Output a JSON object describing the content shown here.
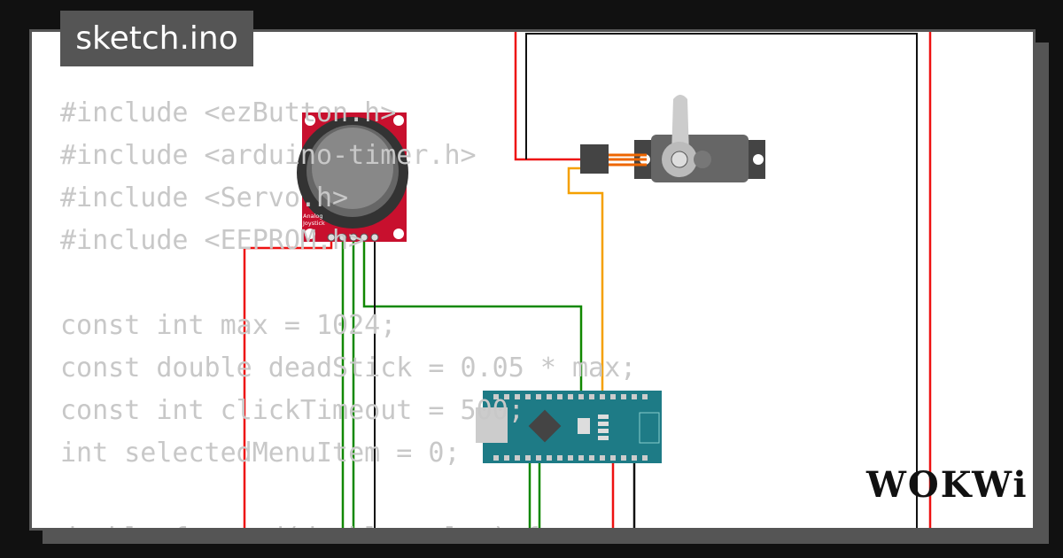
{
  "title": "sketch.ino",
  "code_lines": [
    "#include <ezButton.h>",
    "#include <arduino-timer.h>",
    "#include <Servo.h>",
    "#include <EEPROM.h>",
    "",
    "const int max = 1024;",
    "const double deadStick = 0.05 * max;",
    "const int clickTimeout = 500;",
    "int selectedMenuItem = 0;",
    "",
    "double forward(double value) {"
  ],
  "logo": "WOKWi",
  "joystick_label": "Analog Joystick",
  "colors": {
    "red": "#ee1111",
    "green": "#118811",
    "black": "#111111",
    "orange": "#f5a000",
    "board": "#1e7b86",
    "joystick": "#c8102e"
  }
}
